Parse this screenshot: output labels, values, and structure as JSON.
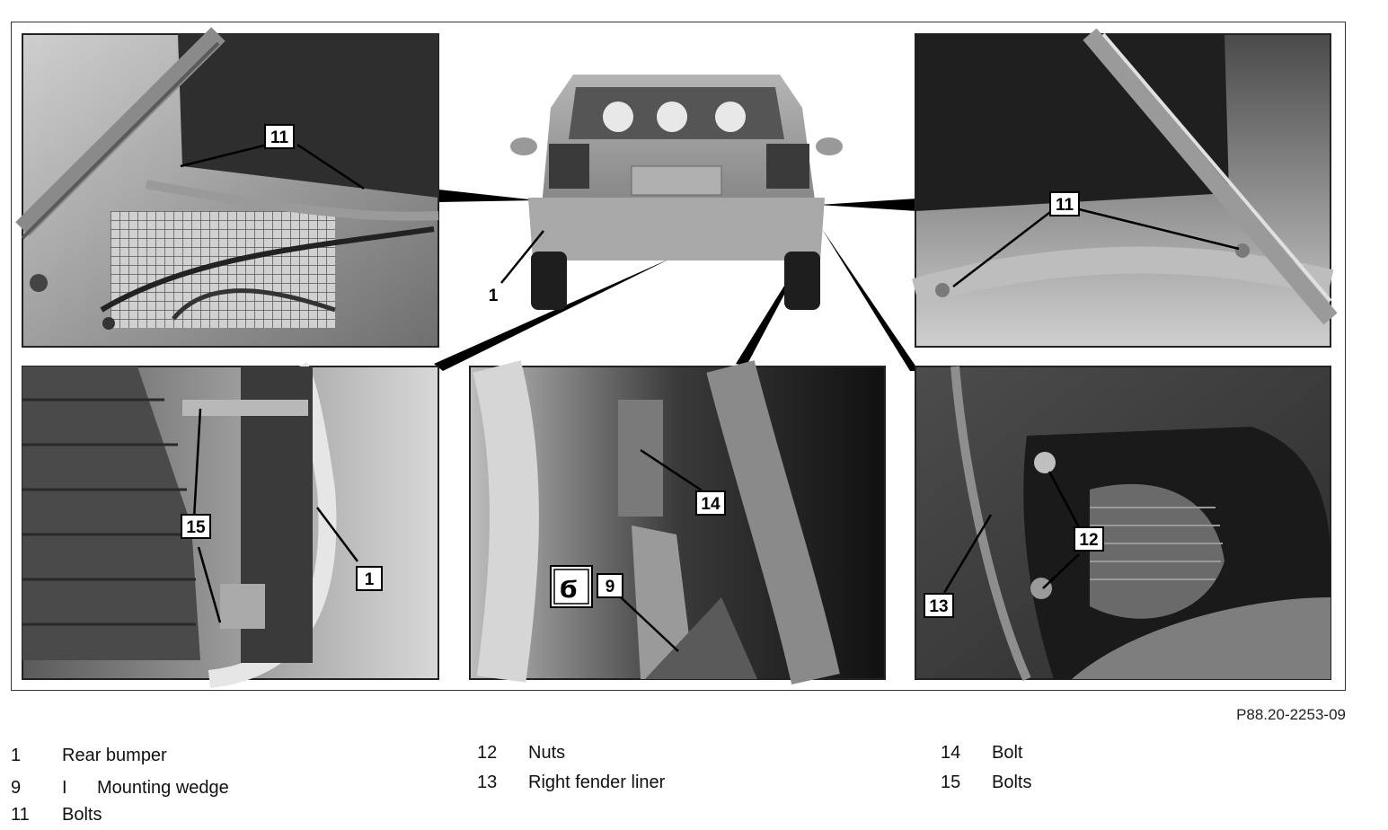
{
  "figure_code": "P88.20-2253-09",
  "callouts": {
    "tl_11": "11",
    "center_1": "1",
    "tr_11": "11",
    "bl_15": "15",
    "bl_1": "1",
    "bc_14": "14",
    "bc_9": "9",
    "br_12": "12",
    "br_13": "13"
  },
  "legend": [
    {
      "num": "1",
      "label": "Rear bumper"
    },
    {
      "num": "9",
      "mark": "I",
      "label": "Mounting wedge"
    },
    {
      "num": "11",
      "label": "Bolts"
    },
    {
      "num": "12",
      "label": "Nuts"
    },
    {
      "num": "13",
      "label": "Right fender liner"
    },
    {
      "num": "14",
      "label": "Bolt"
    },
    {
      "num": "15",
      "label": "Bolts"
    }
  ],
  "colors": {
    "photo_dark": "#2a2a2a",
    "photo_mid": "#8a8a8a",
    "photo_light": "#d6d6d6",
    "car_body": "#9b9b9b"
  }
}
